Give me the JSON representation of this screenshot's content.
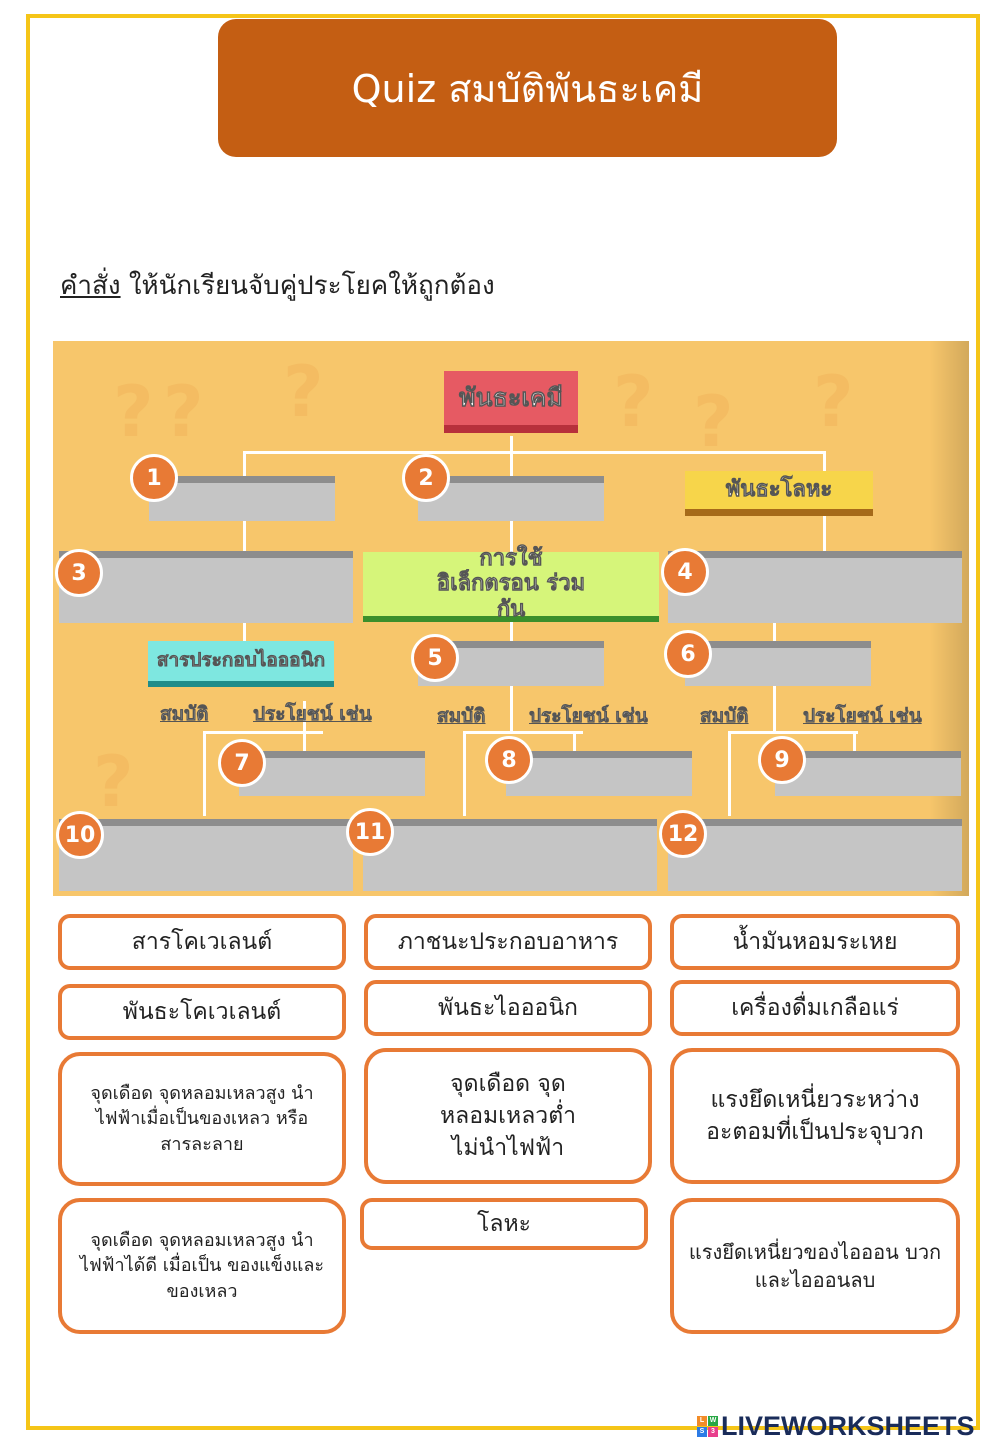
{
  "title": "Quiz สมบัติพันธะเคมี",
  "instruction": {
    "label": "คำสั่ง",
    "text": " ให้นักเรียนจับคู่ประโยคให้ถูกต้อง"
  },
  "board": {
    "root": "พันธะเคมี",
    "metal_bond": "พันธะโลหะ",
    "shared_electrons": "การใช้อิเล็กตรอน ร่วมกัน",
    "ionic_compound": "สารประกอบไอออนิก",
    "property_label": "สมบัติ",
    "use_label": "ประโยชน์ เช่น",
    "numbers": [
      "1",
      "2",
      "3",
      "4",
      "5",
      "6",
      "7",
      "8",
      "9",
      "10",
      "11",
      "12"
    ]
  },
  "cards": [
    "สารโคเวเลนต์",
    "ภาชนะประกอบอาหาร",
    "น้ำมันหอมระเหย",
    "พันธะโคเวเลนต์",
    "พันธะไอออนิก",
    "เครื่องดื่มเกลือแร่",
    "จุดเดือด จุดหลอมเหลวสูง นำไฟฟ้าเมื่อเป็นของเหลว หรือสารละลาย",
    "จุดเดือด จุด หลอมเหลวต่ำ ไม่นำไฟฟ้า",
    "แรงยึดเหนี่ยวระหว่าง อะตอมที่เป็นประจุบวก",
    "จุดเดือด จุดหลอมเหลวสูง นำไฟฟ้าได้ดี เมื่อเป็น ของแข็งและของเหลว",
    "โลหะ",
    "แรงยึดเหนี่ยวของไอออน บวกและไอออนลบ"
  ],
  "brand": {
    "name": "LIVEWORKSHEETS",
    "mark_letters": [
      "L",
      "W",
      "S",
      "3"
    ]
  },
  "colors": {
    "title_bg": "#c45e13",
    "border_yellow": "#f5c518",
    "card_border": "#e87a35",
    "board_bg": "#f7c66b",
    "root_tag": "#e65a63",
    "metal_tag": "#f7d54a",
    "shared_tag": "#d6f57a",
    "ionic_tag": "#7ee7e0"
  }
}
